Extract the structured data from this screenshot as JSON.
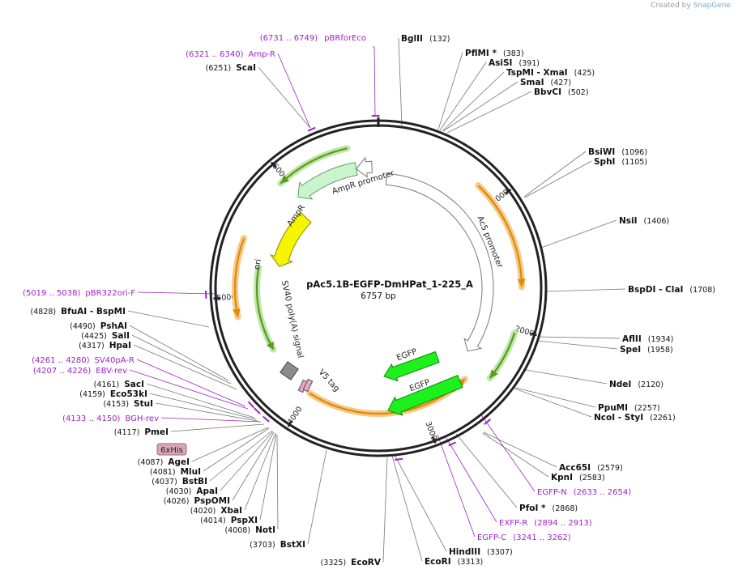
{
  "credit": {
    "prefix": "Created by",
    "brand": "SnapGene"
  },
  "plasmid": {
    "name": "pAc5.1B-EGFP-DmHPat_1-225_A",
    "size": "6757 bp",
    "length": 6757
  },
  "ticks": [
    "1000",
    "2000",
    "3000",
    "4000",
    "5000",
    "6000"
  ],
  "colors": {
    "backbone": "#222222",
    "primer": "#a020c8",
    "ampr": "#c8f5cc",
    "egfp": "#1ef01e",
    "ori": "#f5f500",
    "promoter": "#ffffff",
    "orange_halo": "#f5c98a",
    "orange_core": "#e08a00",
    "green_halo": "#bde6a8",
    "green_core": "#5a9a20",
    "polya": "#8c8c8c",
    "v5": "#e8a4c8"
  },
  "features": [
    {
      "id": "ampr",
      "label": "AmpR"
    },
    {
      "id": "ampr-promoter",
      "label": "AmpR promoter"
    },
    {
      "id": "ac5-promoter",
      "label": "Ac5 promoter"
    },
    {
      "id": "ori",
      "label": "ori"
    },
    {
      "id": "sv40-polya",
      "label": "SV40 poly(A) signal"
    },
    {
      "id": "v5-tag",
      "label": "V5 tag"
    },
    {
      "id": "egfp-1",
      "label": "EGFP"
    },
    {
      "id": "egfp-2",
      "label": "EGFP"
    },
    {
      "id": "his-tag",
      "label": "6xHis"
    }
  ],
  "left_labels": [
    {
      "name": "Amp-R",
      "pos": "(6321 .. 6340)",
      "primer": true
    },
    {
      "name": "ScaI",
      "pos": "(6251)",
      "primer": false
    },
    {
      "name": "pBR322ori-F",
      "pos": "(5019 .. 5038)",
      "primer": true
    },
    {
      "name": "BfuAI - BspMI",
      "pos": "(4828)",
      "primer": false
    },
    {
      "name": "PshAI",
      "pos": "(4490)",
      "primer": false
    },
    {
      "name": "SalI",
      "pos": "(4425)",
      "primer": false
    },
    {
      "name": "HpaI",
      "pos": "(4317)",
      "primer": false
    },
    {
      "name": "SV40pA-R",
      "pos": "(4261 .. 4280)",
      "primer": true
    },
    {
      "name": "EBV-rev",
      "pos": "(4207 .. 4226)",
      "primer": true
    },
    {
      "name": "SacI",
      "pos": "(4161)",
      "primer": false
    },
    {
      "name": "Eco53kI",
      "pos": "(4159)",
      "primer": false
    },
    {
      "name": "StuI",
      "pos": "(4153)",
      "primer": false
    },
    {
      "name": "BGH-rev",
      "pos": "(4133 .. 4150)",
      "primer": true
    },
    {
      "name": "PmeI",
      "pos": "(4117)",
      "primer": false
    },
    {
      "name": "AgeI",
      "pos": "(4087)",
      "primer": false
    },
    {
      "name": "MluI",
      "pos": "(4081)",
      "primer": false
    },
    {
      "name": "BstBI",
      "pos": "(4037)",
      "primer": false
    },
    {
      "name": "ApaI",
      "pos": "(4030)",
      "primer": false
    },
    {
      "name": "PspOMI",
      "pos": "(4026)",
      "primer": false
    },
    {
      "name": "XbaI",
      "pos": "(4020)",
      "primer": false
    },
    {
      "name": "PspXI",
      "pos": "(4014)",
      "primer": false
    },
    {
      "name": "NotI",
      "pos": "(4008)",
      "primer": false
    },
    {
      "name": "BstXI",
      "pos": "(3703)",
      "primer": false
    },
    {
      "name": "EcoRV",
      "pos": "(3325)",
      "primer": false
    }
  ],
  "right_labels": [
    {
      "name": "pBRforEco",
      "pos": "(6731 .. 6749)",
      "primer": true
    },
    {
      "name": "BglII",
      "pos": "(132)",
      "primer": false
    },
    {
      "name": "PflMI *",
      "pos": "(383)",
      "primer": false
    },
    {
      "name": "AsiSI",
      "pos": "(391)",
      "primer": false
    },
    {
      "name": "TspMI - XmaI",
      "pos": "(425)",
      "primer": false
    },
    {
      "name": "SmaI",
      "pos": "(427)",
      "primer": false
    },
    {
      "name": "BbvCI",
      "pos": "(502)",
      "primer": false
    },
    {
      "name": "BsiWI",
      "pos": "(1096)",
      "primer": false
    },
    {
      "name": "SphI",
      "pos": "(1105)",
      "primer": false
    },
    {
      "name": "NsiI",
      "pos": "(1406)",
      "primer": false
    },
    {
      "name": "BspDI - ClaI",
      "pos": "(1708)",
      "primer": false
    },
    {
      "name": "AflII",
      "pos": "(1934)",
      "primer": false
    },
    {
      "name": "SpeI",
      "pos": "(1958)",
      "primer": false
    },
    {
      "name": "NdeI",
      "pos": "(2120)",
      "primer": false
    },
    {
      "name": "PpuMI",
      "pos": "(2257)",
      "primer": false
    },
    {
      "name": "NcoI - StyI",
      "pos": "(2261)",
      "primer": false
    },
    {
      "name": "Acc65I",
      "pos": "(2579)",
      "primer": false
    },
    {
      "name": "KpnI",
      "pos": "(2583)",
      "primer": false
    },
    {
      "name": "EGFP-N",
      "pos": "(2633 .. 2654)",
      "primer": true
    },
    {
      "name": "PfoI *",
      "pos": "(2868)",
      "primer": false
    },
    {
      "name": "EXFP-R",
      "pos": "(2894 .. 2913)",
      "primer": true
    },
    {
      "name": "EGFP-C",
      "pos": "(3241 .. 3262)",
      "primer": true
    },
    {
      "name": "HindIII",
      "pos": "(3307)",
      "primer": false
    },
    {
      "name": "EcoRI",
      "pos": "(3313)",
      "primer": false
    }
  ]
}
